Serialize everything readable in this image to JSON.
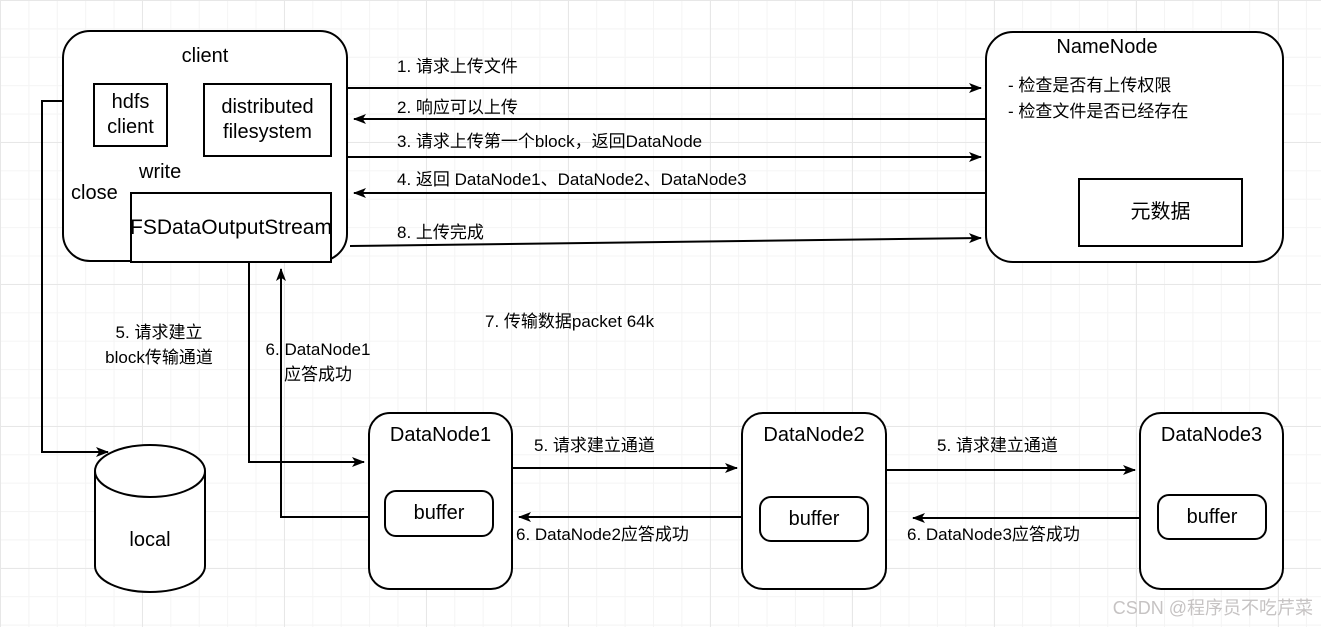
{
  "nodes": {
    "client": {
      "title": "client"
    },
    "hdfs_client": {
      "label": "hdfs\nclient"
    },
    "distributed_filesystem": {
      "label": "distributed\nfilesystem"
    },
    "fs_data_output_stream": {
      "label": "FSDataOutputStream"
    },
    "namenode": {
      "title": "NameNode",
      "checks": [
        "- 检查是否有上传权限",
        "- 检查文件是否已经存在"
      ],
      "metadata_label": "元数据"
    },
    "local": {
      "label": "local"
    },
    "datanode1": {
      "title": "DataNode1",
      "buffer_label": "buffer"
    },
    "datanode2": {
      "title": "DataNode2",
      "buffer_label": "buffer"
    },
    "datanode3": {
      "title": "DataNode3",
      "buffer_label": "buffer"
    }
  },
  "edge_labels": {
    "write": "write",
    "close": "close",
    "step1": "1. 请求上传文件",
    "step2": "2. 响应可以上传",
    "step3": "3. 请求上传第一个block，返回DataNode",
    "step4": "4. 返回 DataNode1、DataNode2、DataNode3",
    "step5_block_channel": "5. 请求建立\nblock传输通道",
    "step5_dn1_dn2": "5. 请求建立通道",
    "step5_dn2_dn3": "5. 请求建立通道",
    "step6_dn1_ack": "6. DataNode1\n应答成功",
    "step6_dn2_ack": "6. DataNode2应答成功",
    "step6_dn3_ack": "6. DataNode3应答成功",
    "step7": "7. 传输数据packet 64k",
    "step8": "8. 上传完成"
  },
  "watermark": "CSDN @程序员不吃芹菜",
  "colors": {
    "stroke": "#000000",
    "node_fill": "#ffffff",
    "watermark": "#c6c3c3",
    "grid_minor": "#f4f4f4",
    "grid_major": "#e7e7e7"
  }
}
